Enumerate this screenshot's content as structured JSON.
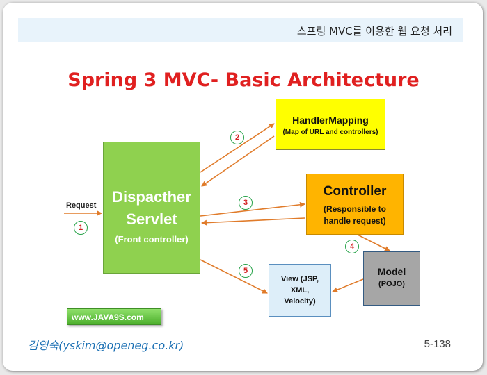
{
  "header": {
    "title": "스프링 MVC를 이용한 웹 요청 처리"
  },
  "title": "Spring 3 MVC- Basic Architecture",
  "nodes": {
    "dispatcher": {
      "line1": "Dispacther",
      "line2": "Servlet",
      "line3": "(Front controller)"
    },
    "handler_mapping": {
      "title": "HandlerMapping",
      "subtitle": "(Map of URL and controllers)"
    },
    "controller": {
      "title": "Controller",
      "subtitle_line1": "(Responsible to",
      "subtitle_line2": "handle request)"
    },
    "model": {
      "title": "Model",
      "subtitle": "(POJO)"
    },
    "view": {
      "line1": "View (JSP,",
      "line2": "XML,",
      "line3": "Velocity)"
    }
  },
  "request_label": "Request",
  "steps": [
    "1",
    "2",
    "3",
    "4",
    "5"
  ],
  "watermark": "www.JAVA9S.com",
  "footer": {
    "author": "김영숙(yskim@openeg.co.kr)",
    "page": "5-138"
  },
  "colors": {
    "title": "#e02020",
    "dispatcher": "#8fd14f",
    "handler_mapping": "#ffff00",
    "controller": "#ffb400",
    "model": "#a6a6a6",
    "view": "#ddeef9",
    "arrow": "#e07b2a",
    "step_circle": "#28a34a",
    "step_number": "#d32020"
  }
}
